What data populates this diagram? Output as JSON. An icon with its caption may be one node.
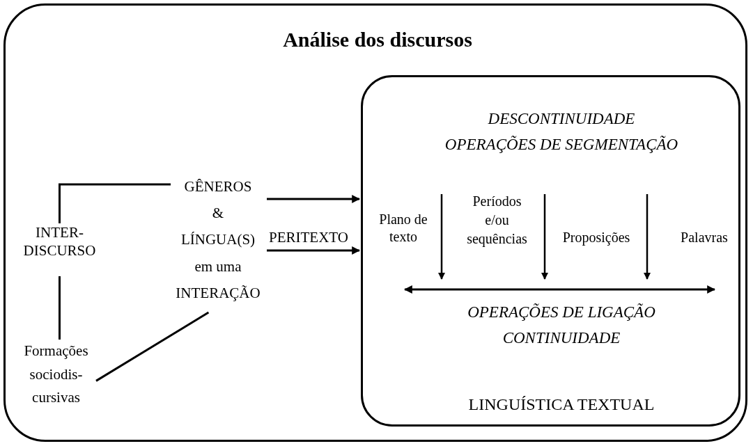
{
  "diagram": {
    "nodes": [
      {
        "text": [
          "Análise dos discursos"
        ]
      },
      {
        "text": [
          "INTER- DISCURSO"
        ],
        "in": 0
      },
      {
        "text": [
          "GÊNEROS & LÍNGUA(S) em uma INTERAÇÃO"
        ],
        "in": 0
      },
      {
        "text": [
          "Formações sociodis- cursivas"
        ],
        "in": 0
      },
      {
        "text": [
          "DESCONTINUIDADE OPERAÇÕES DE SEGMENTAÇÃO",
          "Plano de texto",
          "Períodos e/ou sequências",
          "Proposições",
          "Palavras",
          "OPERAÇÕES DE LIGAÇÃO CONTINUIDADE",
          "LINGUÍSTICA TEXTUAL"
        ],
        "in": 0
      }
    ],
    "edges": [
      {
        "from": 1,
        "to": 2,
        "arrow": "none"
      },
      {
        "from": 1,
        "to": 3,
        "arrow": "none"
      },
      {
        "from": 3,
        "to": 2,
        "arrow": "none"
      },
      {
        "from": 2,
        "to": 4,
        "arrow": "to"
      },
      {
        "from": 2,
        "to": 4,
        "arrow": "to"
      }
    ],
    "labels": [
      "PERITEXTO"
    ]
  }
}
